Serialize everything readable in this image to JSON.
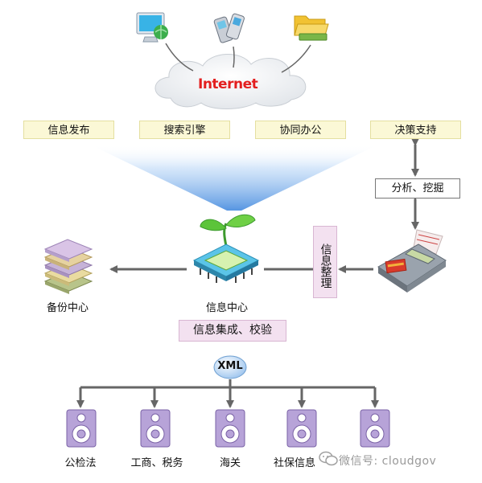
{
  "internet": {
    "label": "Internet"
  },
  "top_boxes": [
    "信息发布",
    "搜索引擎",
    "协同办公",
    "决策支持"
  ],
  "analysis": {
    "label": "分析、挖掘"
  },
  "organize": {
    "label": "信息整理"
  },
  "center": {
    "label": "信息中心",
    "integration": "信息集成、校验"
  },
  "backup": {
    "label": "备份中心"
  },
  "xml": {
    "label": "XML"
  },
  "departments": [
    "公检法",
    "工商、税务",
    "海关",
    "社保信息",
    ""
  ],
  "watermark": {
    "text": "微信号: cloudgov"
  },
  "colors": {
    "internet_red": "#e31f1f",
    "connector": "#666666",
    "beam": "#6fa8e8"
  }
}
